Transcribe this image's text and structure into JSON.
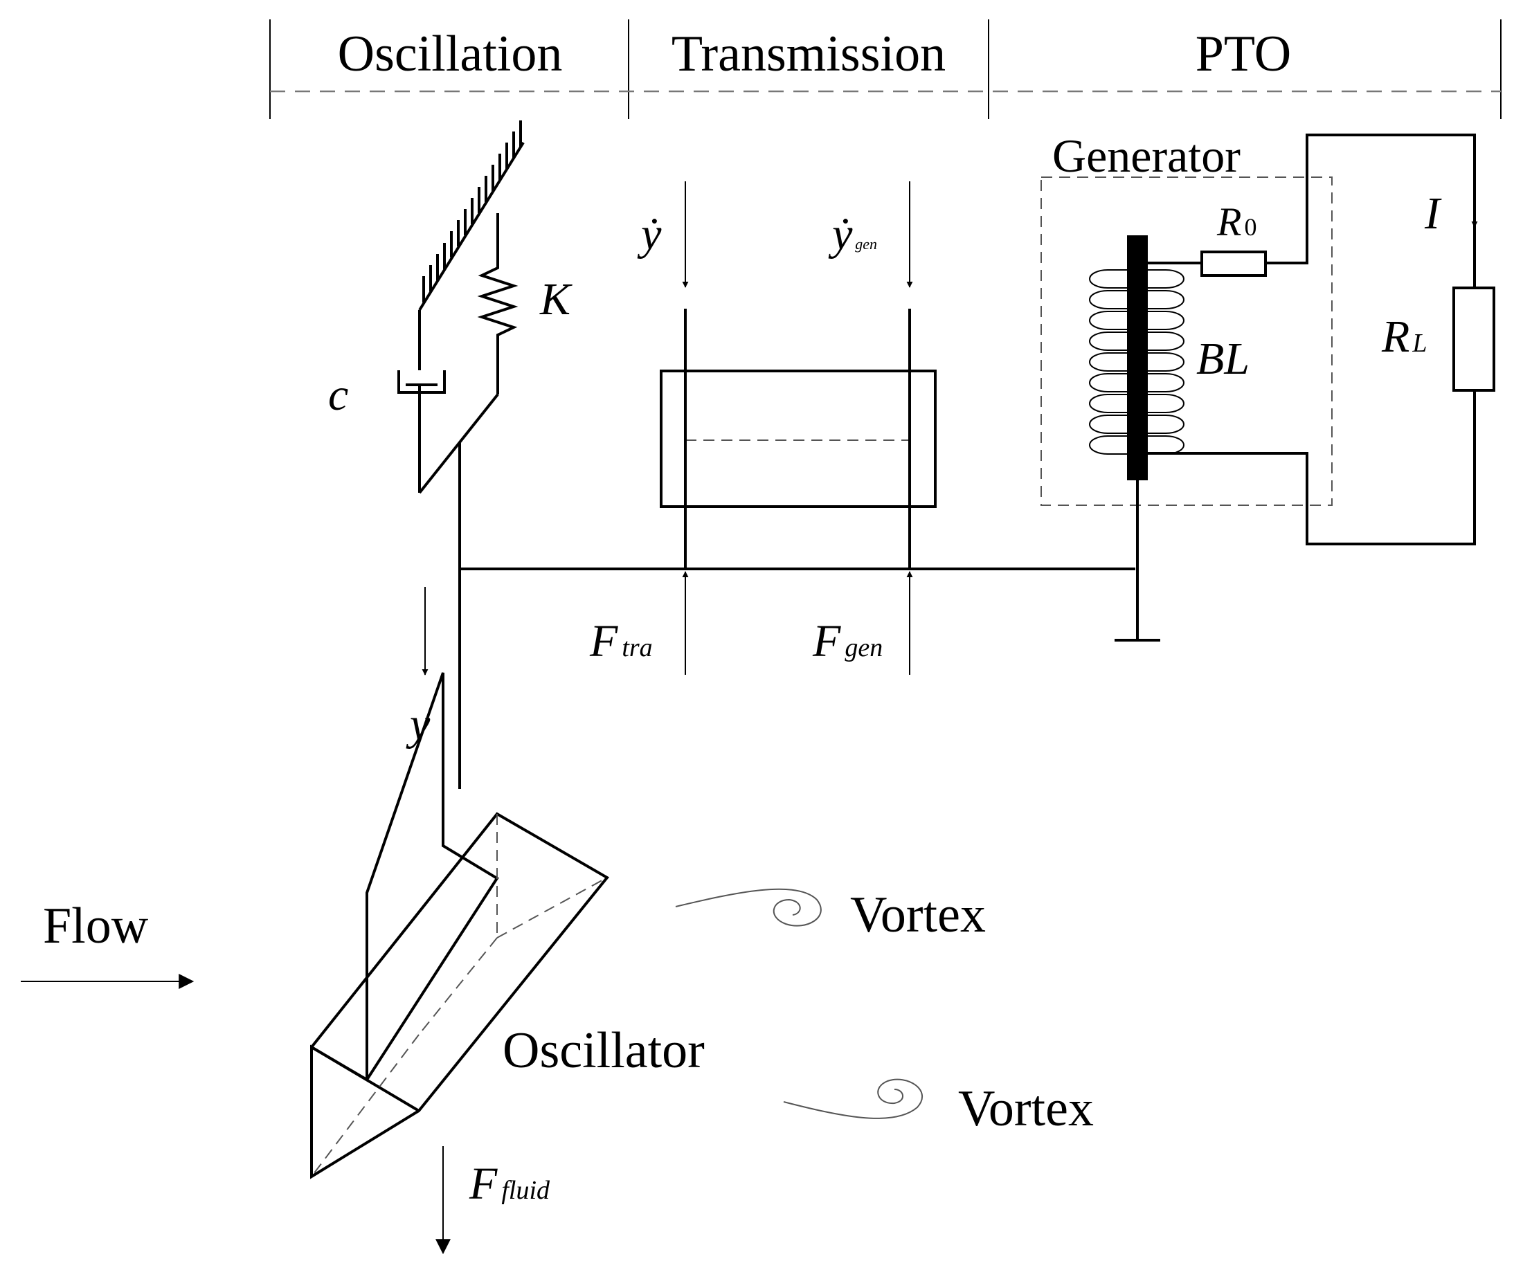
{
  "sections": [
    {
      "label": "Oscillation"
    },
    {
      "label": "Transmission"
    },
    {
      "label": "PTO"
    }
  ],
  "labels": {
    "generator": "Generator",
    "K": "K",
    "c": "c",
    "y": "y",
    "ydot": "ẏ",
    "ygen": "ẏ",
    "ygen_sub": "gen",
    "R0": "R",
    "R0_sub": "0",
    "I": "I",
    "BL": "BL",
    "RL": "R",
    "RL_sub": "L",
    "Ftra": "F",
    "Ftra_sub": "tra",
    "Fgen": "F",
    "Fgen_sub": "gen",
    "flow": "Flow",
    "vortex_1": "Vortex",
    "vortex_2": "Vortex",
    "oscillator": "Oscillator",
    "Ffluid": "F",
    "Ffluid_sub": "fluid"
  }
}
